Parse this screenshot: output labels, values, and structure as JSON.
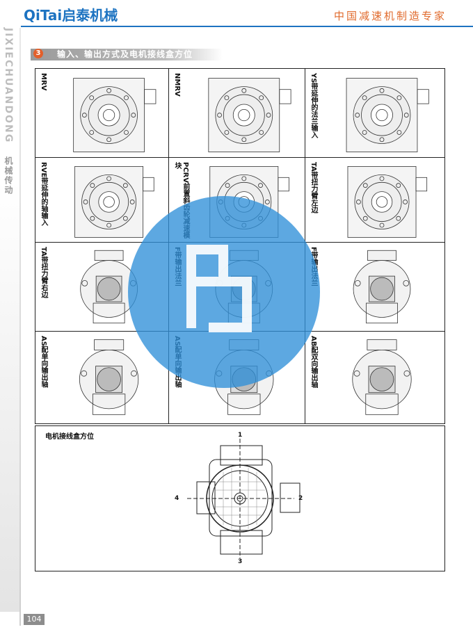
{
  "header": {
    "logo_latin": "QiTai",
    "logo_cn": "启泰机械",
    "slogan": "中国减速机制造专家"
  },
  "sidebar": {
    "vertical_en": "JIXIECHUANDONG",
    "vertical_cn": "机械传动",
    "page_number": "104"
  },
  "section": {
    "number": "3",
    "title": "输入、输出方式及电机接线盒方位"
  },
  "cells": [
    {
      "label": "MRV"
    },
    {
      "label": "NMRV"
    },
    {
      "label": "YS带延伸的法兰输入"
    },
    {
      "label": "RVE带延伸的轴输入"
    },
    {
      "label": "PCRV前置斜齿轮减速模块"
    },
    {
      "label": "TA带扭力臂左边"
    },
    {
      "label": "TA带扭力臂右边"
    },
    {
      "label": "F带输出法兰"
    },
    {
      "label": "F带输出法兰"
    },
    {
      "label": "AS配单向输出轴"
    },
    {
      "label": "AS配单向输出轴"
    },
    {
      "label": "AB配双向输出轴"
    }
  ],
  "junction_box": {
    "title": "电机接线盒方位",
    "pos_top": "1",
    "pos_right": "2",
    "pos_bottom": "3",
    "pos_left": "4"
  },
  "colors": {
    "brand_blue": "#1d73c1",
    "accent_orange": "#e35f2a",
    "watermark_blue": "#2f8fd8"
  }
}
